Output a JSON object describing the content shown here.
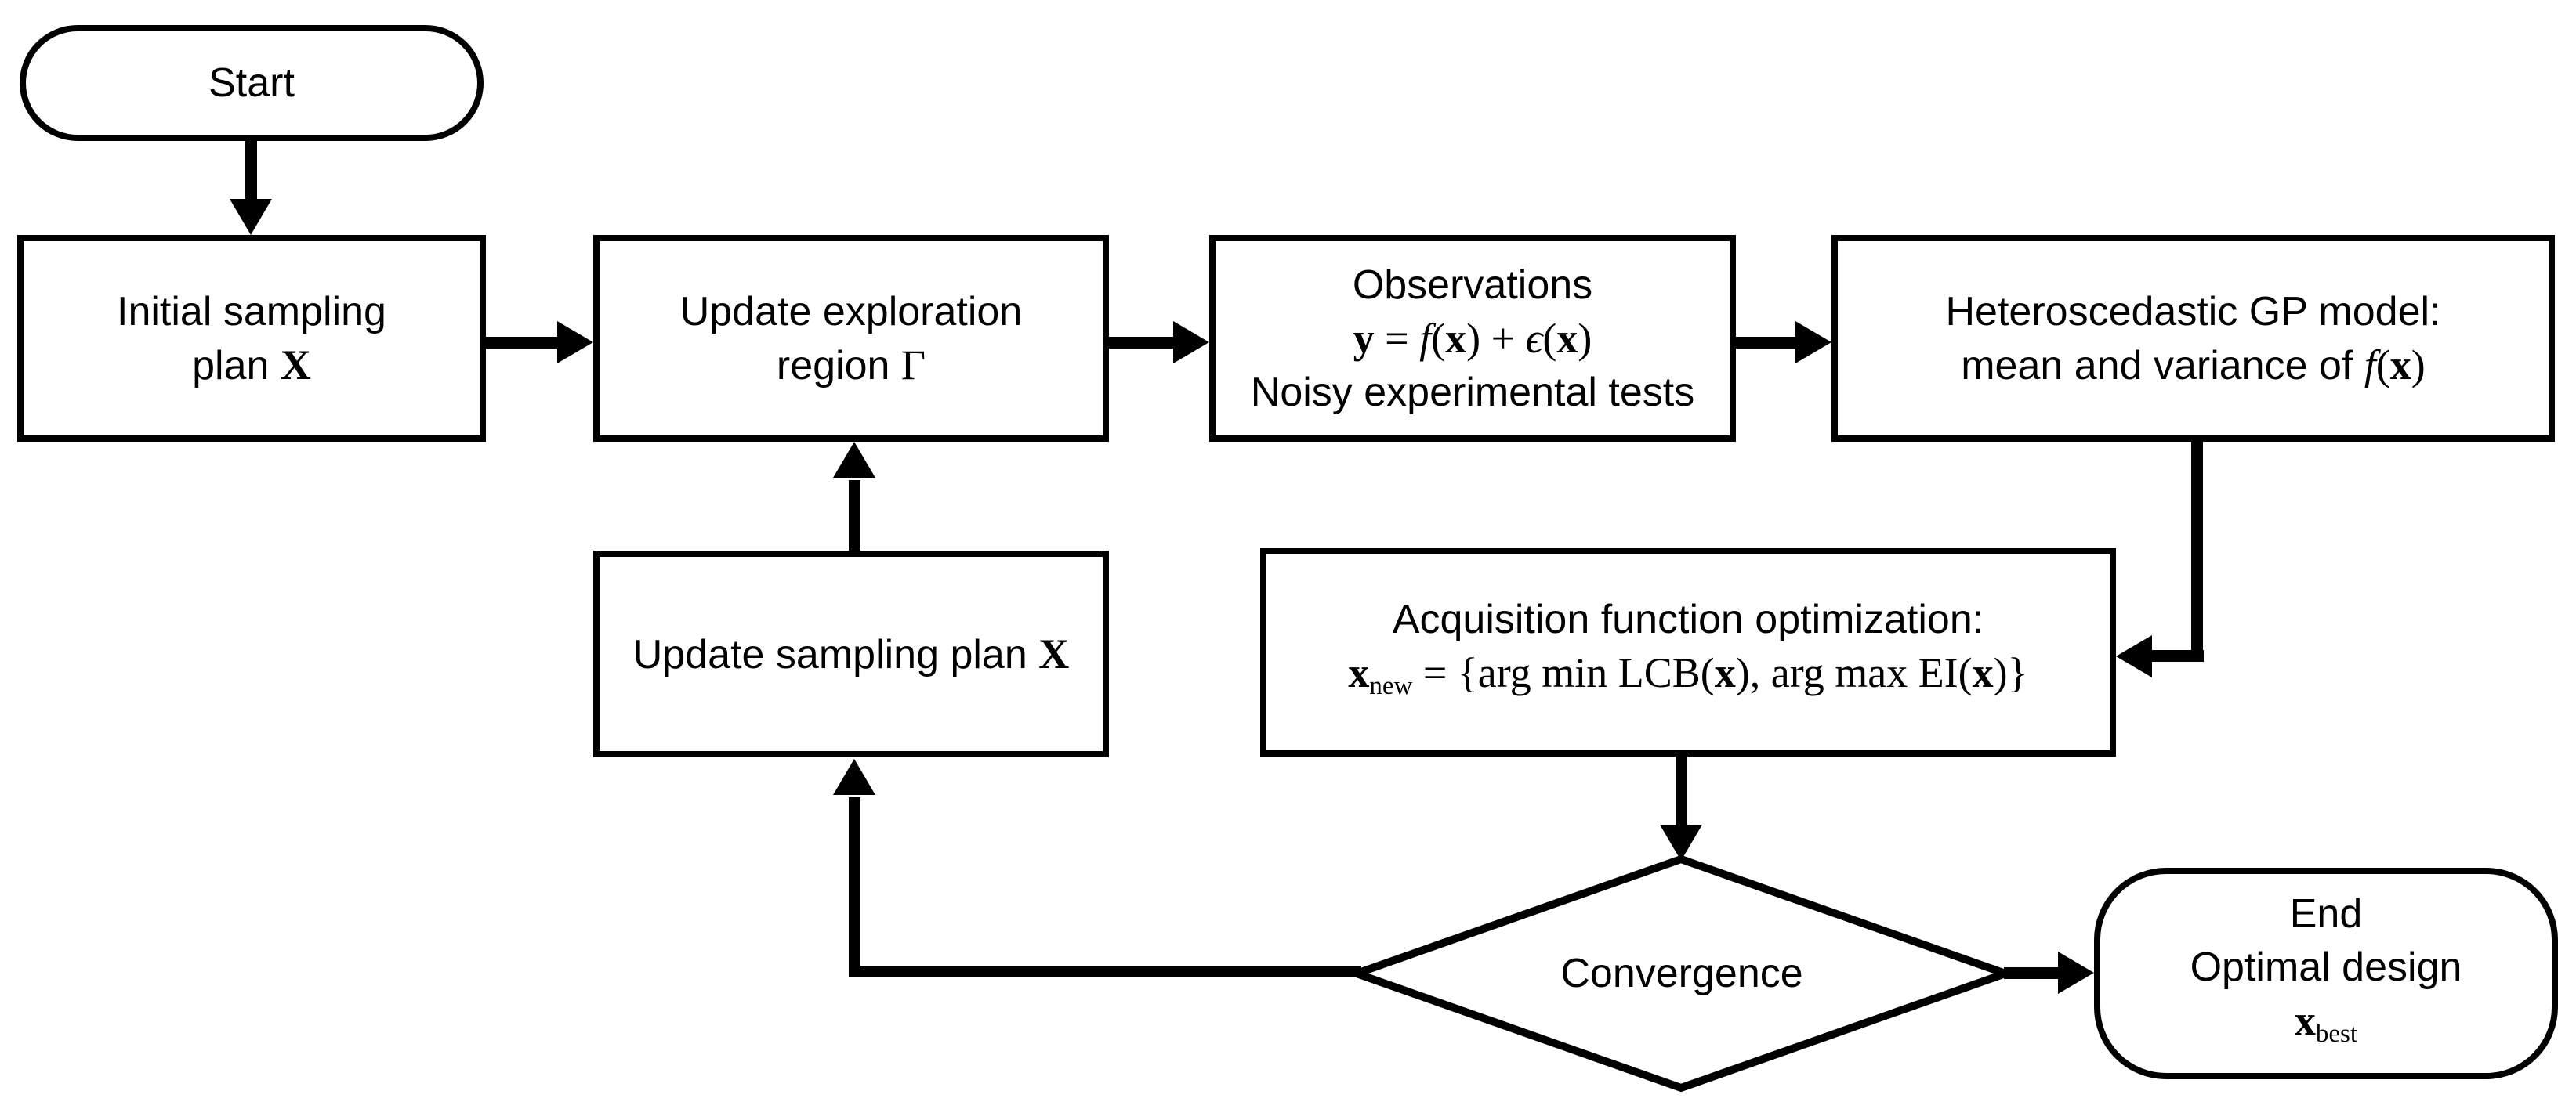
{
  "page": {
    "background": "#ffffff",
    "ink": "#000000",
    "type": "flowchart"
  },
  "nodes": {
    "start": {
      "shape": "stadium",
      "label": "Start"
    },
    "initial_sampling": {
      "shape": "rect",
      "line1": "Initial sampling",
      "line2a": "plan ",
      "line2b": "X"
    },
    "update_exploration": {
      "shape": "rect",
      "line1": "Update exploration",
      "line2a": "region ",
      "line2b": "Γ"
    },
    "observations": {
      "shape": "rect",
      "line1": "Observations",
      "eq": {
        "y": "y",
        "rel": " = ",
        "f": "f",
        "p1": "(",
        "x1": "x",
        "p2": ") + ",
        "eps": "ϵ",
        "p3": "(",
        "x2": "x",
        "p4": ")"
      },
      "line3": "Noisy experimental tests"
    },
    "gp_model": {
      "shape": "rect",
      "line1": "Heteroscedastic GP model:",
      "line2a": "mean and variance of ",
      "f": "f",
      "p1": "(",
      "x": "x",
      "p2": ")"
    },
    "update_sampling": {
      "shape": "rect",
      "line1a": "Update sampling plan ",
      "line1b": "X"
    },
    "acquisition": {
      "shape": "rect",
      "line1": "Acquisition function optimization:",
      "eq": {
        "x": "x",
        "sub": "new",
        "mid1": " = {arg min LCB(",
        "x1": "x",
        "mid2": "), arg max EI(",
        "x2": "x",
        "close": ")}"
      }
    },
    "convergence": {
      "shape": "diamond",
      "label": "Convergence"
    },
    "end": {
      "shape": "stadium",
      "line1": "End",
      "line2": "Optimal design",
      "x": "x",
      "sub": "best"
    }
  },
  "edges": [
    {
      "from": "start",
      "to": "initial_sampling"
    },
    {
      "from": "initial_sampling",
      "to": "update_exploration"
    },
    {
      "from": "update_exploration",
      "to": "observations"
    },
    {
      "from": "observations",
      "to": "gp_model"
    },
    {
      "from": "gp_model",
      "to": "acquisition"
    },
    {
      "from": "acquisition",
      "to": "convergence"
    },
    {
      "from": "convergence",
      "to": "update_sampling"
    },
    {
      "from": "update_sampling",
      "to": "update_exploration"
    },
    {
      "from": "convergence",
      "to": "end"
    }
  ]
}
